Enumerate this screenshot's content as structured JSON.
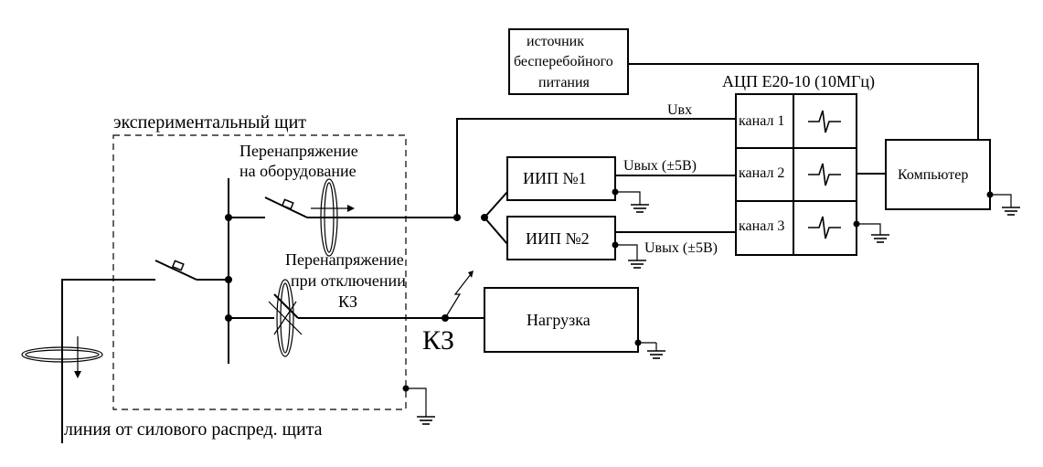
{
  "labels": {
    "ups_line1": "источник",
    "ups_line2": "бесперебойного",
    "ups_line3": "питания",
    "adc_title": "АЦП Е20-10 (10МГц)",
    "panel_title": "экспериментальный щит",
    "overvolt_equipment_line1": "Перенапряжение",
    "overvolt_equipment_line2": "на оборудование",
    "overvolt_sc_line1": "Перенапряжение",
    "overvolt_sc_line2": "при отключении",
    "overvolt_sc_line3": "КЗ",
    "u_in": "Uвх",
    "u_out_1": "Uвых (±5В)",
    "u_out_2": "Uвых (±5В)",
    "iip1": "ИИП  №1",
    "iip2": "ИИП №2",
    "channel1": "канал 1",
    "channel2": "канал 2",
    "channel3": "канал 3",
    "computer": "Компьютер",
    "load": "Нагрузка",
    "short_circuit": "КЗ",
    "supply_line": "линия от силового распред. щита"
  },
  "icons": {
    "switch": "switch-symbol",
    "ground": "ground-symbol",
    "current_transformer": "current-transformer-symbol",
    "lightning": "lightning-symbol",
    "pulse": "pulse-waveform-symbol"
  }
}
